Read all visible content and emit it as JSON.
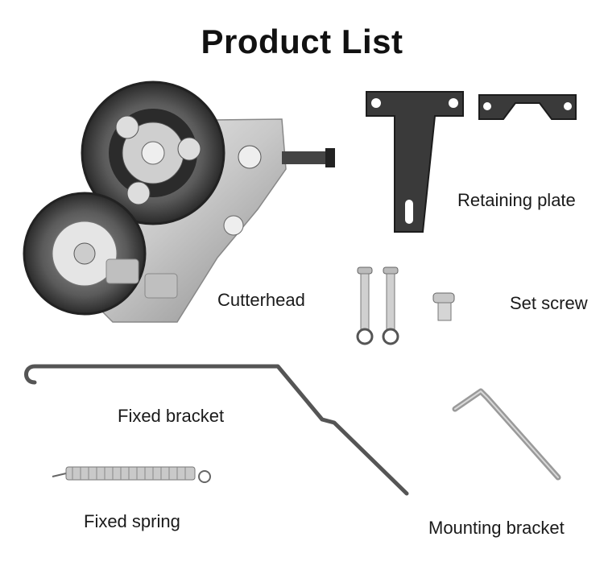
{
  "title": "Product List",
  "parts": {
    "cutterhead": "Cutterhead",
    "retaining_plate": "Retaining plate",
    "set_screw": "Set screw",
    "fixed_bracket": "Fixed bracket",
    "fixed_spring": "Fixed spring",
    "mounting_bracket": "Mounting bracket"
  }
}
